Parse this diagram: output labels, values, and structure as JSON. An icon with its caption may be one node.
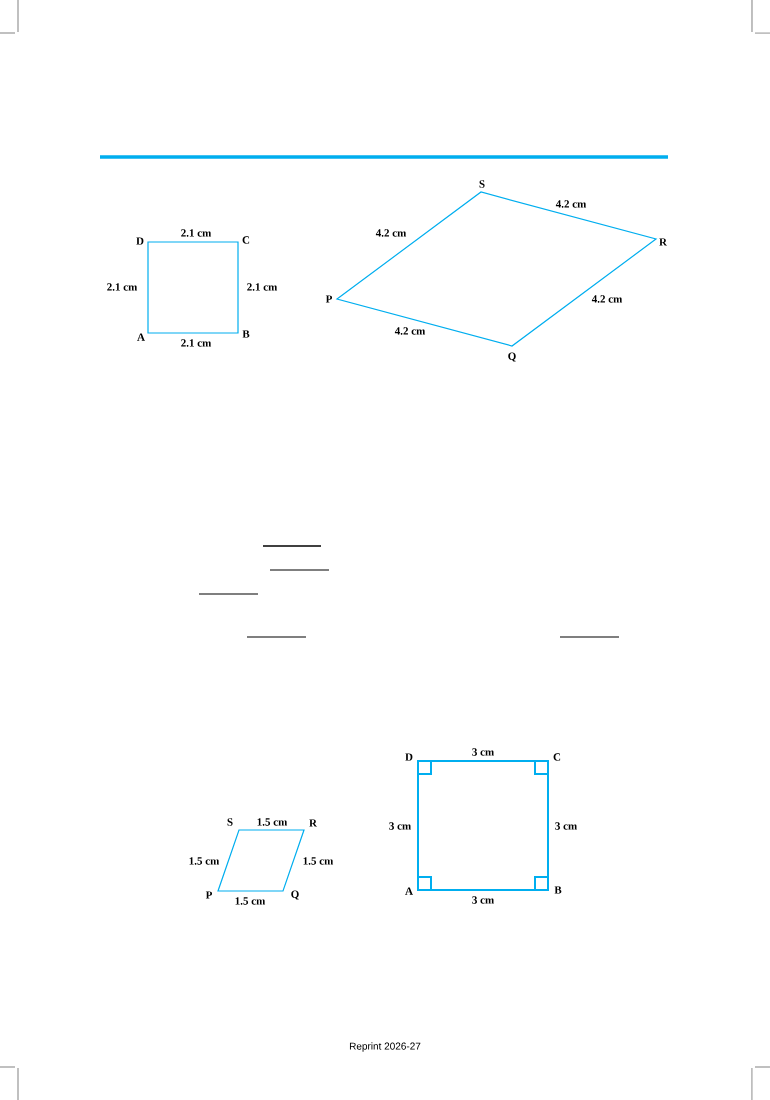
{
  "diagram": {
    "labels": [
      "D",
      "2.1 cm",
      "C",
      "2.1 cm",
      "2.1 cm",
      "A",
      "2.1 cm",
      "B",
      "S",
      "4.2 cm",
      "4.2 cm",
      "R",
      "P",
      "4.2 cm",
      "4.2 cm",
      "Q",
      "S",
      "1.5 cm",
      "R",
      "1.5 cm",
      "1.5 cm",
      "P",
      "1.5 cm",
      "Q",
      "D",
      "3 cm",
      "C",
      "3 cm",
      "3 cm",
      "A",
      "3 cm",
      "B",
      "Reprint 2026-27"
    ]
  }
}
